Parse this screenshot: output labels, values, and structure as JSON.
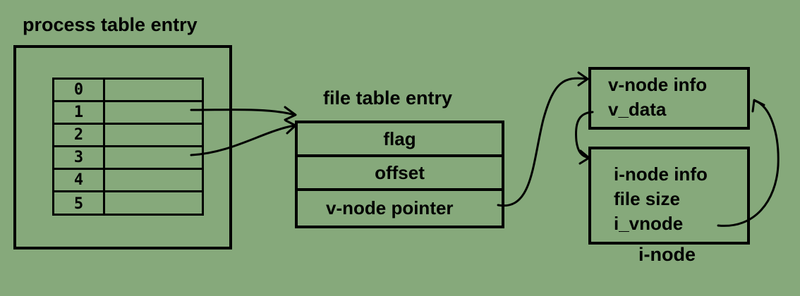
{
  "process_table": {
    "title": "process table entry",
    "fd_indices": [
      "0",
      "1",
      "2",
      "3",
      "4",
      "5"
    ]
  },
  "file_table": {
    "title": "file table entry",
    "rows": [
      "flag",
      "offset",
      "v-node pointer"
    ]
  },
  "vnode": {
    "lines": [
      "v-node info",
      "v_data"
    ]
  },
  "inode": {
    "lines": [
      "i-node info",
      "file size",
      "i_vnode"
    ],
    "label": "i-node"
  }
}
